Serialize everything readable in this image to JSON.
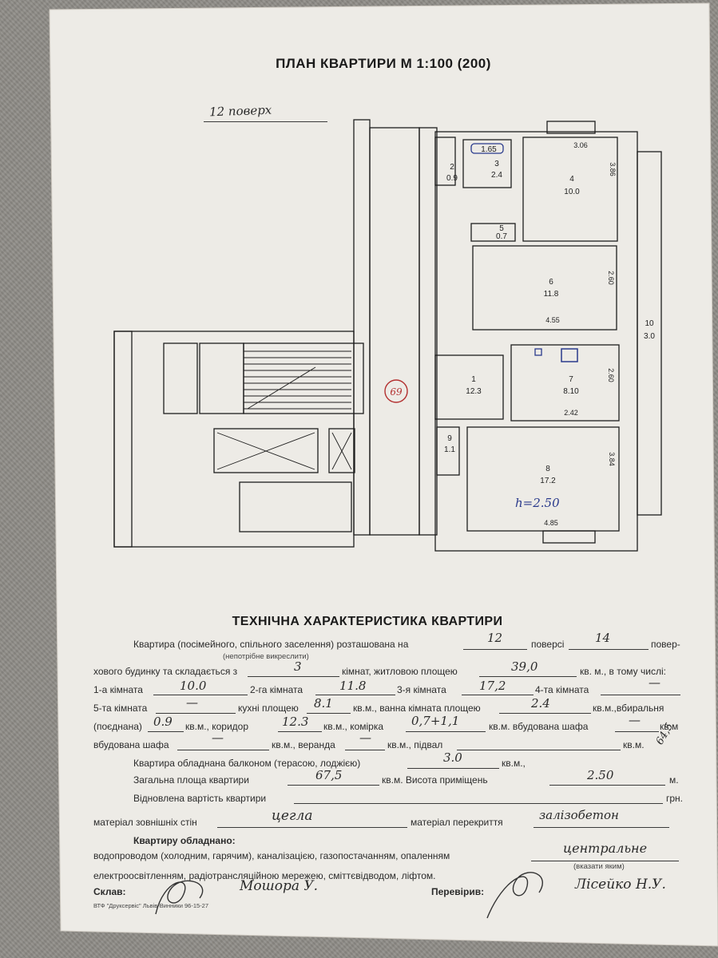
{
  "header": {
    "title": "ПЛАН КВАРТИРИ М 1:100 (200)",
    "floor_label": "12 поверх"
  },
  "plan": {
    "apartment_number": "69",
    "rooms": [
      {
        "num": "1",
        "area": "12.3"
      },
      {
        "num": "2",
        "area": "0.9"
      },
      {
        "num": "3",
        "area": "2.4"
      },
      {
        "num": "4",
        "area": "10.0"
      },
      {
        "num": "5",
        "area": "0.7"
      },
      {
        "num": "6",
        "area": "11.8"
      },
      {
        "num": "7",
        "area": "8.10"
      },
      {
        "num": "8",
        "area": "17.2"
      },
      {
        "num": "9",
        "area": "1.1"
      },
      {
        "num": "10",
        "area": "3.0"
      }
    ],
    "bath_size": "1.65",
    "dims": {
      "d306": "3.06",
      "d386": "3.86",
      "d260a": "2.60",
      "d455": "4.55",
      "d260b": "2.60",
      "d242": "2.42",
      "d384": "3.84",
      "d485": "4.85"
    },
    "ceiling": "h=2.50"
  },
  "specs": {
    "title": "ТЕХНІЧНА ХАРАКТЕРИСТИКА КВАРТИРИ",
    "l1a": "Квартира (посімейного, спільного заселення) розташована на",
    "l1b": "поверсі",
    "l1c": "повер-",
    "l1_floor": "12",
    "l1_total": "14",
    "l2_note": "(непотрібне викреслити)",
    "l2a": "хового будинку та складається з",
    "l2b": "кімнат, житловою площею",
    "l2c": "кв. м., в тому числі:",
    "rooms_count": "3",
    "living_area": "39,0",
    "l3a": "1-а кімната",
    "l3b": "2-га кімната",
    "l3c": "3-я кімната",
    "l3d": "4-та кімната",
    "room1": "10.0",
    "room2": "11.8",
    "room3": "17,2",
    "room4": "—",
    "l4a": "5-та кімната",
    "l4b": "кухні площею",
    "l4c": "кв.м., ванна кімната площею",
    "l4d": "кв.м.,вбиральня",
    "room5": "—",
    "kitchen": "8.1",
    "bathroom": "2.4",
    "l5a": "(поєднана)",
    "l5b": "кв.м., коридор",
    "l5c": "кв.м., комірка",
    "l5d": "кв.м. вбудована шафа",
    "l5e": "кв.м",
    "toilet": "0.9",
    "corridor": "12.3",
    "storeroom": "0,7+1,1",
    "builtin1": "—",
    "l6a": "вбудована шафа",
    "l6b": "кв.м., веранда",
    "l6c": "кв.м., підвал",
    "l6d": "кв.м.",
    "builtin2": "—",
    "veranda": "—",
    "basement": "",
    "margin_note": "64,5",
    "l7a": "Квартира обладнана балконом (терасою, лоджією)",
    "l7b": "кв.м.,",
    "balcony": "3.0",
    "l8a": "Загальна площа квартири",
    "l8b": "кв.м. Висота приміщень",
    "l8c": "м.",
    "total_area": "67,5",
    "height": "2.50",
    "l9a": "Відновлена вартість квартири",
    "l9b": "грн.",
    "value": "",
    "l10a": "матеріал зовнішніх стін",
    "l10b": "матеріал перекриття",
    "walls": "цегла",
    "floors": "залізобетон",
    "l11": "Квартиру обладнано:",
    "l12": "водопроводом (холодним, гарячим), каналізацією, газопостачанням, опаленням",
    "heating": "центральне",
    "l13_note": "(вказати яким)",
    "l13": "електроосвітленням, радіотрансляційною мережею, сміттєвідводом, ліфтом.",
    "composed_label": "Склав:",
    "composed_name": "Мошора У.",
    "checked_label": "Перевірив:",
    "checked_name": "Лісейко Н.У.",
    "footer": "ВТФ \"Друксервіс\" Львів-Винники 96-15-27"
  },
  "colors": {
    "paper": "#edebe6",
    "ink": "#1e1e1e",
    "red_circle": "#b33030",
    "blue_ink": "#2a3a8c"
  }
}
